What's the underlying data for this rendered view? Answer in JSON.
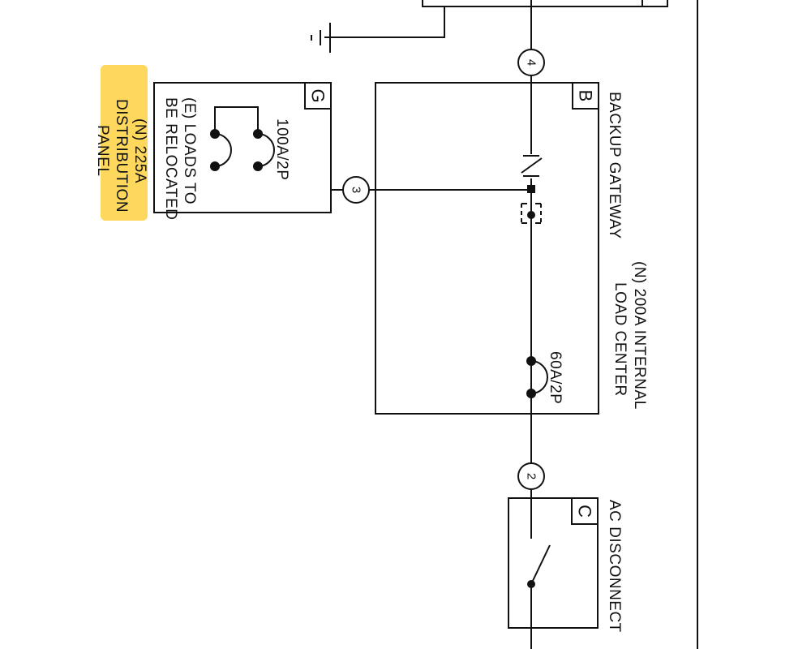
{
  "colors": {
    "highlight": "#fdd85d",
    "line": "#111111",
    "background": "#ffffff"
  },
  "icons": [
    "ground-icon",
    "breaker-icon",
    "switch-icon"
  ],
  "components": {
    "distribution_panel": {
      "tag": "G",
      "loads_label": [
        "(E) LOADS TO",
        "BE RELOCATED"
      ],
      "breaker": "100A/2P",
      "name_label": [
        "(N) 225A",
        "DISTRIBUTION",
        "PANEL"
      ]
    },
    "backup_gateway": {
      "tag": "B",
      "name": "BACKUP GATEWAY",
      "load_center_label": [
        "(N) 200A INTERNAL",
        "LOAD CENTER"
      ],
      "breaker": "60A/2P"
    },
    "ac_disconnect": {
      "tag": "C",
      "name": "AC DISCONNECT"
    }
  },
  "nodes": {
    "n2": "2",
    "n3": "3",
    "n4": "4"
  }
}
